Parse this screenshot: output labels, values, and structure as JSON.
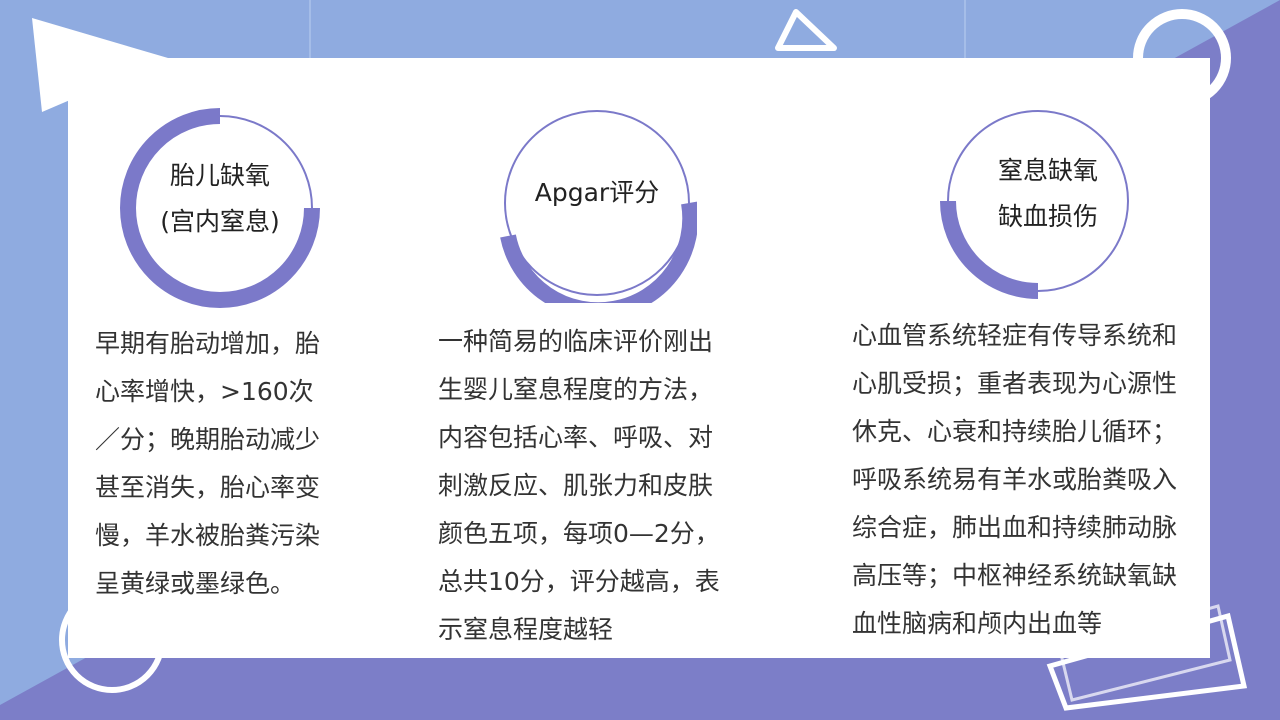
{
  "colors": {
    "background_light": "#8fabe0",
    "background_dark": "#7c7ec8",
    "accent": "#7b79c9",
    "card": "#ffffff",
    "text": "#333333"
  },
  "columns": [
    {
      "title_lines": [
        "胎儿缺氧",
        "(宫内窒息)"
      ],
      "body_lines": [
        "早期有胎动增加，胎",
        "心率增快，>160次",
        "／分；晚期胎动减少",
        "甚至消失，胎心率变",
        "慢，羊水被胎粪污染",
        "呈黄绿或墨绿色。"
      ]
    },
    {
      "title_lines": [
        "Apgar评分"
      ],
      "body_lines": [
        "一种简易的临床评价刚出",
        "生婴儿窒息程度的方法，",
        "内容包括心率、呼吸、对",
        "刺激反应、肌张力和皮肤",
        "颜色五项，每项0—2分，",
        "总共10分，评分越高，表",
        "示窒息程度越轻"
      ]
    },
    {
      "title_lines": [
        "窒息缺氧",
        "缺血损伤"
      ],
      "body_lines": [
        "心血管系统轻症有传导系统和",
        "心肌受损；重者表现为心源性",
        "休克、心衰和持续胎儿循环；",
        "呼吸系统易有羊水或胎粪吸入",
        "综合症，肺出血和持续肺动脉",
        "高压等；中枢神经系统缺氧缺",
        "血性脑病和颅内出血等"
      ]
    }
  ]
}
